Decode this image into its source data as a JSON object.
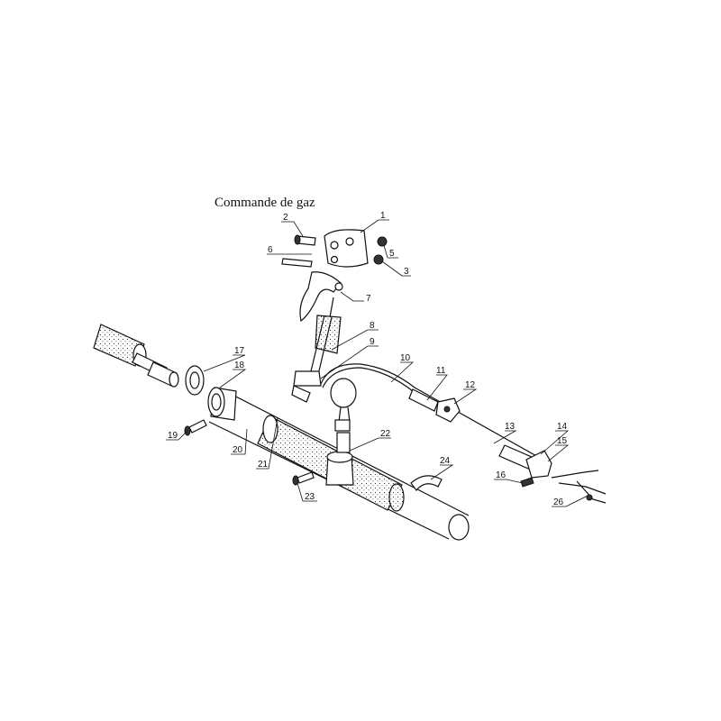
{
  "title": "Commande de gaz",
  "callouts": [
    "1",
    "2",
    "3",
    "5",
    "6",
    "7",
    "8",
    "9",
    "10",
    "11",
    "12",
    "13",
    "14",
    "15",
    "16",
    "17",
    "18",
    "19",
    "20",
    "21",
    "22",
    "23",
    "24",
    "26"
  ]
}
